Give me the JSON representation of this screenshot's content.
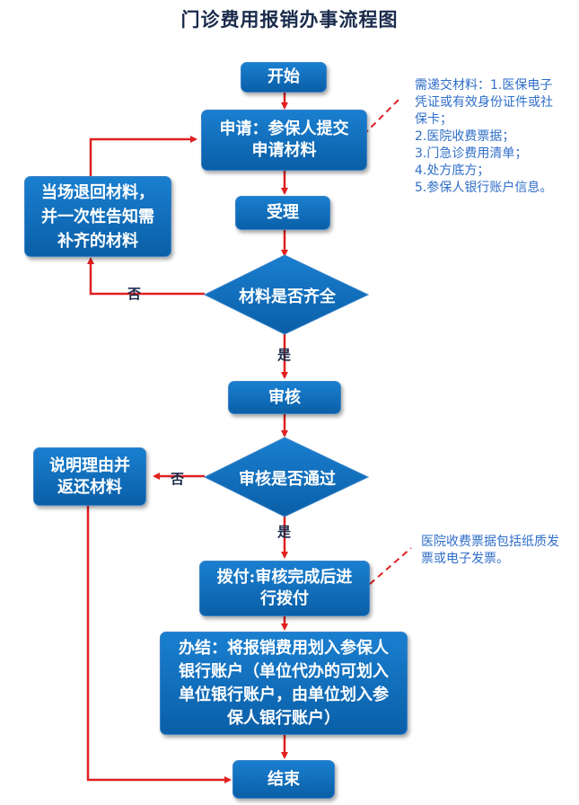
{
  "title": "门诊费用报销办事流程图",
  "nodes": {
    "start": "开始",
    "apply": "申请：参保人提交申请材料",
    "return_now": "当场退回材料，并一次性告知需补齐的材料",
    "accept": "受理",
    "complete_check": "材料是否齐全",
    "review": "审核",
    "explain": "说明理由并返还材料",
    "pass_check": "审核是否通过",
    "payment": "拨付:审核完成后进行拨付",
    "finish": "办结：将报销费用划入参保人银行账户（单位代办的可划入单位银行账户，由单位划入参保人银行账户）",
    "end": "结束"
  },
  "labels": {
    "no": "否",
    "yes": "是"
  },
  "notes": {
    "materials": "需递交材料：1.医保电子凭证或有效身份证件或社保卡；\n2.医院收费票据；\n3.门急诊费用清单；\n4.处方底方；\n5.参保人银行账户信息。",
    "receipt": "医院收费票据包括纸质发票或电子发票。"
  },
  "colors": {
    "box": "#0a66b2",
    "arrow": "#e02020",
    "note": "#2f6ec9"
  }
}
